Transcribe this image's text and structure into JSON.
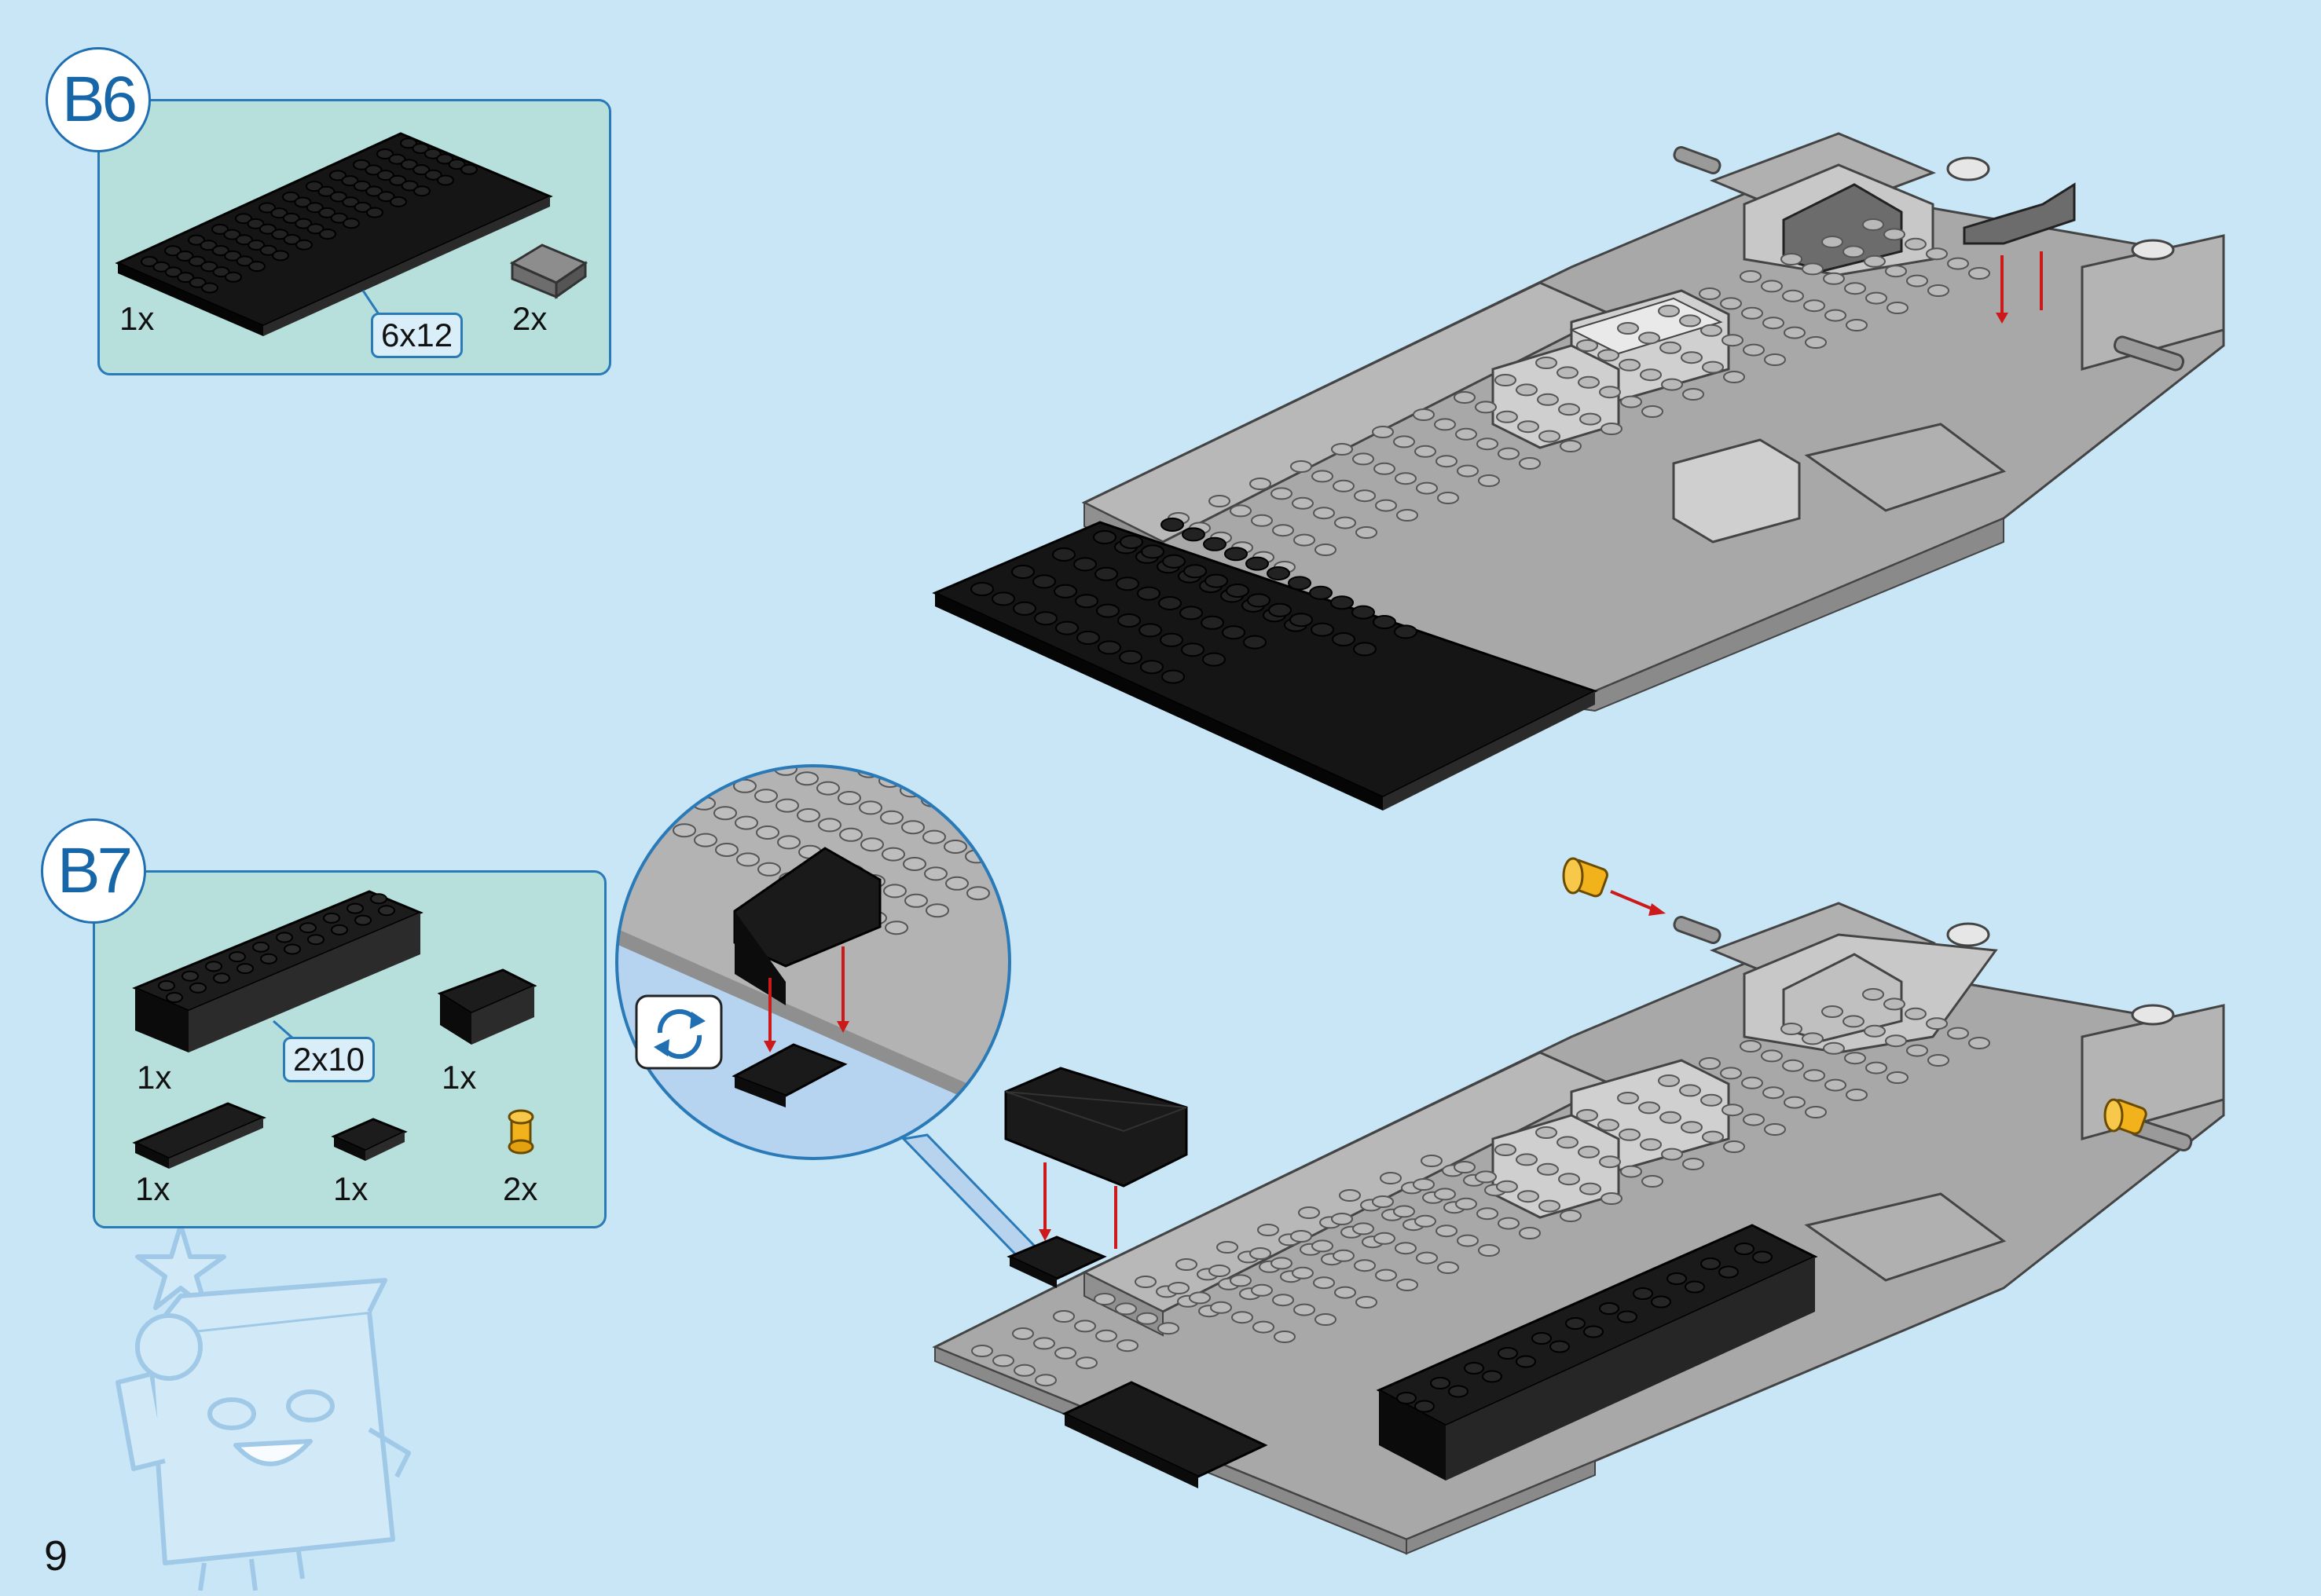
{
  "page_number": "9",
  "colors": {
    "background": "#c9e6f7",
    "panel": "#b7e0dd",
    "accent_blue": "#1f6fb2",
    "brick_black": "#111111",
    "brick_gray": "#a9a9a9",
    "pin_yellow": "#f2b21b",
    "arrow_red": "#cc1a1a"
  },
  "steps": [
    {
      "id": "B6",
      "parts": [
        {
          "icon": "black-plate-6x12-icon",
          "qty": "1x",
          "size": "6x12"
        },
        {
          "icon": "dark-gray-slope-icon",
          "qty": "2x"
        }
      ]
    },
    {
      "id": "B7",
      "parts": [
        {
          "icon": "black-brick-2x10-icon",
          "qty": "1x",
          "size": "2x10"
        },
        {
          "icon": "black-wedge-brick-icon",
          "qty": "1x"
        },
        {
          "icon": "black-tile-plate-icon",
          "qty": "1x"
        },
        {
          "icon": "black-small-plate-icon",
          "qty": "1x"
        },
        {
          "icon": "yellow-pin-icon",
          "qty": "2x"
        }
      ]
    }
  ]
}
